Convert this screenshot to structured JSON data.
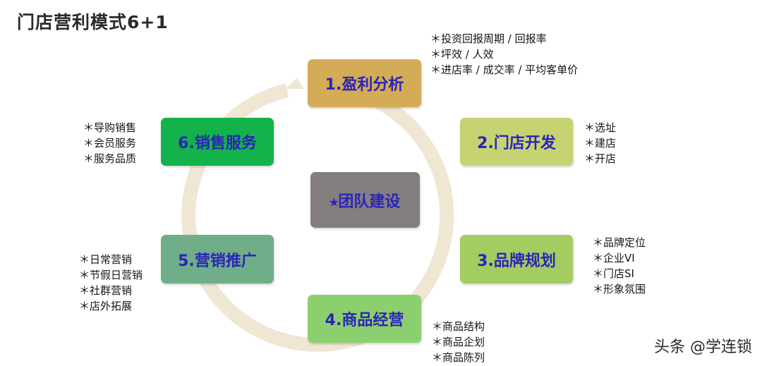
{
  "title": "门店营利模式6+1",
  "steps": [
    {
      "label": "1.盈利分析",
      "notes": [
        "＊投资回报周期 / 回报率",
        "＊坪效 / 人效",
        "＊进店率 / 成交率 / 平均客单价"
      ]
    },
    {
      "label": "2.门店开发",
      "notes": [
        "＊选址",
        "＊建店",
        "＊开店"
      ]
    },
    {
      "label": "3.品牌规划",
      "notes": [
        "＊品牌定位",
        "＊企业VI",
        "＊门店SI",
        "＊形象氛围"
      ]
    },
    {
      "label": "4.商品经营",
      "notes": [
        "＊商品结构",
        "＊商品企划",
        "＊商品陈列"
      ]
    },
    {
      "label": "5.营销推广",
      "notes": [
        "＊日常营销",
        "＊节假日营销",
        "＊社群营销",
        "＊店外拓展"
      ]
    },
    {
      "label": "6.销售服务",
      "notes": [
        "＊导购销售",
        "＊会员服务",
        "＊服务品质"
      ]
    }
  ],
  "center": {
    "label": "⭑团队建设"
  },
  "watermark": "头条 @学连锁",
  "colors": {
    "ring": "#efe6d4",
    "label_text": "#2b24b8",
    "step1": "#d4ab56",
    "step2": "#c7d372",
    "step3": "#a3cc61",
    "step4": "#8ccf6e",
    "step5": "#6fae88",
    "step6": "#14b24a",
    "center": "#857e7f"
  }
}
